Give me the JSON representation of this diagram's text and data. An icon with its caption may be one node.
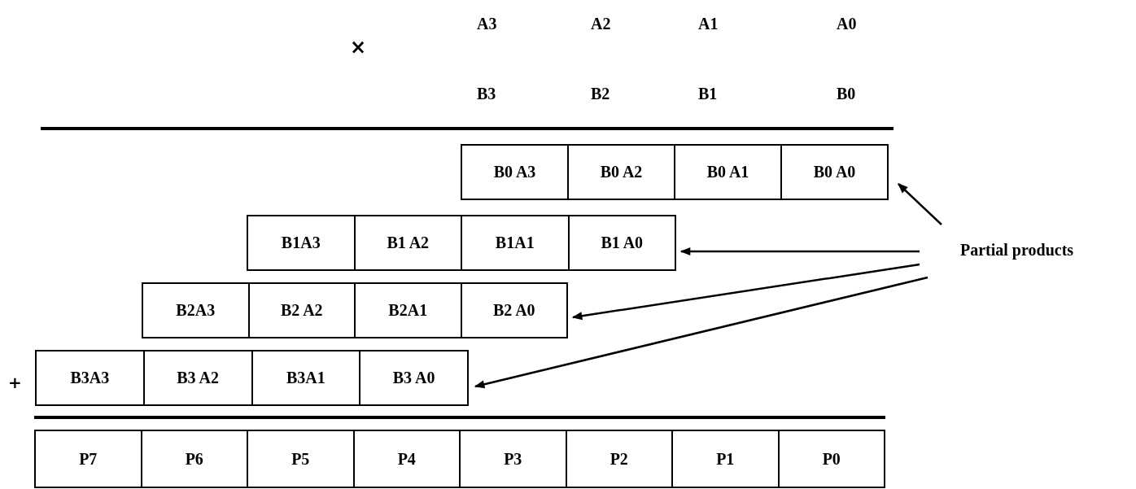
{
  "diagram": {
    "nodes": [
      {
        "text": [],
        "shape": "box"
      },
      {
        "text": [
          "B0 A3"
        ],
        "in": 0
      },
      {
        "text": [
          "B0 A2"
        ],
        "in": 0
      },
      {
        "text": [
          "B0 A1"
        ],
        "in": 0
      },
      {
        "text": [
          "B0 A0"
        ],
        "in": 0
      },
      {
        "text": [],
        "shape": "box"
      },
      {
        "text": [
          "B1A3"
        ],
        "in": 5
      },
      {
        "text": [
          "B1 A2"
        ],
        "in": 5
      },
      {
        "text": [
          "B1A1"
        ],
        "in": 5
      },
      {
        "text": [
          "B1 A0"
        ],
        "in": 5
      },
      {
        "text": [],
        "shape": "box"
      },
      {
        "text": [
          "B2A3"
        ],
        "in": 10
      },
      {
        "text": [
          "B2 A2"
        ],
        "in": 10
      },
      {
        "text": [
          "B2A1"
        ],
        "in": 10
      },
      {
        "text": [
          "B2 A0"
        ],
        "in": 10
      },
      {
        "text": [],
        "shape": "box"
      },
      {
        "text": [
          "B3A3"
        ],
        "in": 15
      },
      {
        "text": [
          "B3 A2"
        ],
        "in": 15
      },
      {
        "text": [
          "B3A1"
        ],
        "in": 15
      },
      {
        "text": [
          "B3 A0"
        ],
        "in": 15
      },
      {
        "text": [
          "Partial products"
        ]
      },
      {
        "text": [],
        "shape": "box"
      },
      {
        "text": [
          "P7"
        ],
        "in": 21
      },
      {
        "text": [
          "P6"
        ],
        "in": 21
      },
      {
        "text": [
          "P5"
        ],
        "in": 21
      },
      {
        "text": [
          "P4"
        ],
        "in": 21
      },
      {
        "text": [
          "P3"
        ],
        "in": 21
      },
      {
        "text": [
          "P2"
        ],
        "in": 21
      },
      {
        "text": [
          "P1"
        ],
        "in": 21
      },
      {
        "text": [
          "P0"
        ],
        "in": 21
      }
    ],
    "edges": [
      {
        "from": 20,
        "to": 0,
        "arrow": "to"
      },
      {
        "from": 20,
        "to": 5,
        "arrow": "to"
      },
      {
        "from": 20,
        "to": 10,
        "arrow": "to"
      },
      {
        "from": 20,
        "to": 15,
        "arrow": "to"
      }
    ],
    "labels": [
      "A3",
      "A2",
      "A1",
      "A0",
      "×",
      "B3",
      "B2",
      "B1",
      "B0",
      "+"
    ]
  }
}
